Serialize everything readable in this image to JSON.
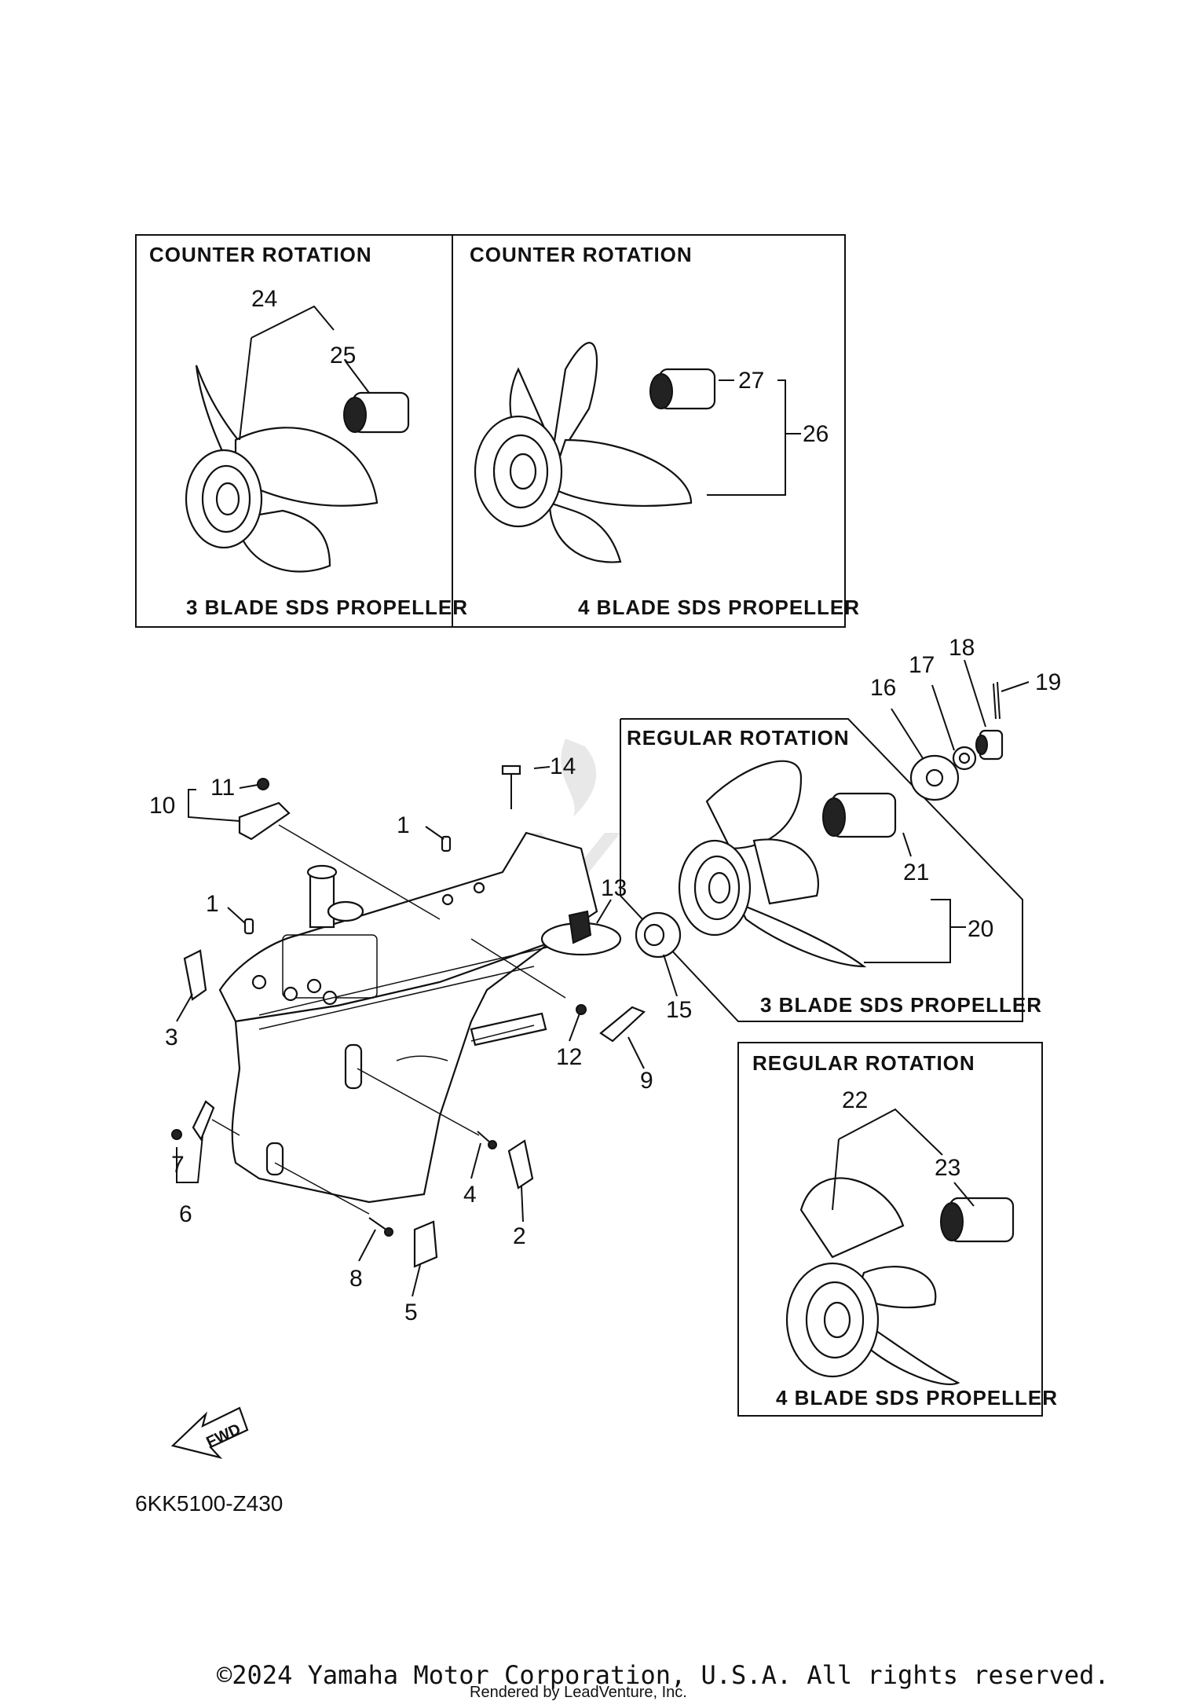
{
  "boxes": {
    "counter_3": {
      "title": "COUNTER ROTATION",
      "caption": "3 BLADE SDS PROPELLER"
    },
    "counter_4": {
      "title": "COUNTER ROTATION",
      "caption": "4 BLADE SDS PROPELLER"
    },
    "regular_3": {
      "title": "REGULAR ROTATION",
      "caption": "3 BLADE SDS PROPELLER"
    },
    "regular_4": {
      "title": "REGULAR ROTATION",
      "caption": "4 BLADE SDS PROPELLER"
    }
  },
  "callouts": {
    "p1a": "1",
    "p1b": "1",
    "p2": "2",
    "p3": "3",
    "p4": "4",
    "p5": "5",
    "p6": "6",
    "p7": "7",
    "p8": "8",
    "p9": "9",
    "p10": "10",
    "p11": "11",
    "p12": "12",
    "p13": "13",
    "p14": "14",
    "p15": "15",
    "p16": "16",
    "p17": "17",
    "p18": "18",
    "p19": "19",
    "p20": "20",
    "p21": "21",
    "p22": "22",
    "p23": "23",
    "p24": "24",
    "p25": "25",
    "p26": "26",
    "p27": "27"
  },
  "fwd_label": "FWD",
  "diagram_code": "6KK5100-Z430",
  "copyright": "©2024 Yamaha Motor Corporation, U.S.A. All rights reserved.",
  "rendered_by": "Rendered by LeadVenture, Inc."
}
